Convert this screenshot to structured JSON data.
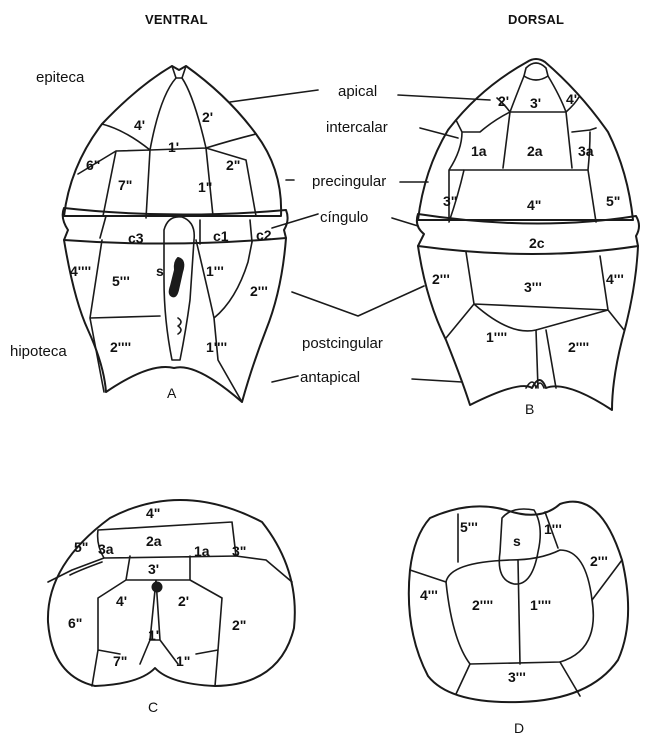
{
  "headers": {
    "ventral": "VENTRAL",
    "dorsal": "DORSAL"
  },
  "terms": {
    "epiteca": "epiteca",
    "hipoteca": "hipoteca",
    "apical": "apical",
    "intercalar": "intercalar",
    "precingular": "precingular",
    "cingulo": "cíngulo",
    "postcingular": "postcingular",
    "antapical": "antapical"
  },
  "panels": {
    "a": "A",
    "b": "B",
    "c": "C",
    "d": "D"
  },
  "plates": {
    "a": {
      "p4_1": "4'",
      "p1_1": "1'",
      "p2_1": "2'",
      "p6_2": "6\"",
      "p7_2": "7\"",
      "p1_2": "1\"",
      "p2_2": "2\"",
      "c3": "c3",
      "c1": "c1",
      "c2": "c2",
      "s": "s",
      "p4_4": "4''''",
      "p5_3": "5'''",
      "p1_3": "1'''",
      "p2_3": "2'''",
      "p2_4": "2''''",
      "p1_4": "1''''"
    },
    "b": {
      "p2_1": "2'",
      "p3_1": "3'",
      "p4_1": "4'",
      "p1a": "1a",
      "p2a": "2a",
      "p3a": "3a",
      "p3_2": "3\"",
      "p4_2": "4\"",
      "p5_2": "5\"",
      "p2c": "2c",
      "p2_3": "2'''",
      "p3_3": "3'''",
      "p4_3": "4'''",
      "p1_4": "1''''",
      "p2_4": "2''''"
    },
    "c": {
      "p4_2": "4\"",
      "p5_2": "5\"",
      "p3a": "3a",
      "p2a": "2a",
      "p1a": "1a",
      "p3_2": "3\"",
      "p3_1": "3'",
      "p4_1": "4'",
      "p2_1": "2'",
      "p6_2": "6\"",
      "p2_2": "2\"",
      "p1_1": "1'",
      "p7_2": "7\"",
      "p1_2": "1\""
    },
    "d": {
      "p5_3": "5'''",
      "s": "s",
      "p1_3": "1'''",
      "p2_3": "2'''",
      "p4_3": "4'''",
      "p2_4": "2''''",
      "p1_4": "1''''",
      "p3_3": "3'''"
    }
  }
}
